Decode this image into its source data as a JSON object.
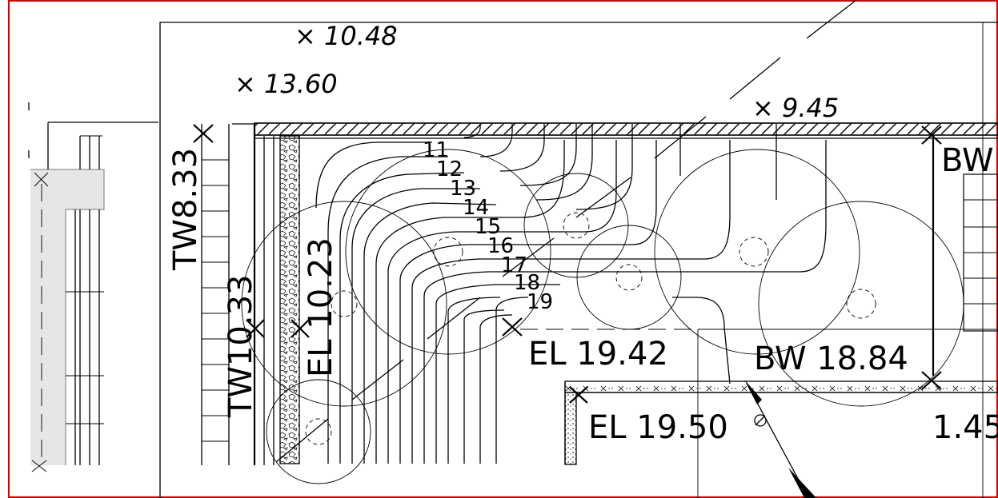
{
  "colors": {
    "border": "#d60000",
    "line": "#000000",
    "fill_gray": "#e6e6e6"
  },
  "spot_elevations": {
    "e1048": "× 10.48",
    "e1360": "× 13.60",
    "e945": "× 9.45"
  },
  "wall_labels": {
    "tw833": "TW8.33",
    "tw1033": "TW10.33",
    "el1023": "EL 10.23",
    "el1942": "EL 19.42",
    "bw1884": "BW 18.84",
    "el1950": "EL 19.50",
    "bw_cut": "BW",
    "val_cut": "1.45"
  },
  "step_numbers": [
    "11",
    "12",
    "13",
    "14",
    "15",
    "16",
    "17",
    "18",
    "19"
  ]
}
